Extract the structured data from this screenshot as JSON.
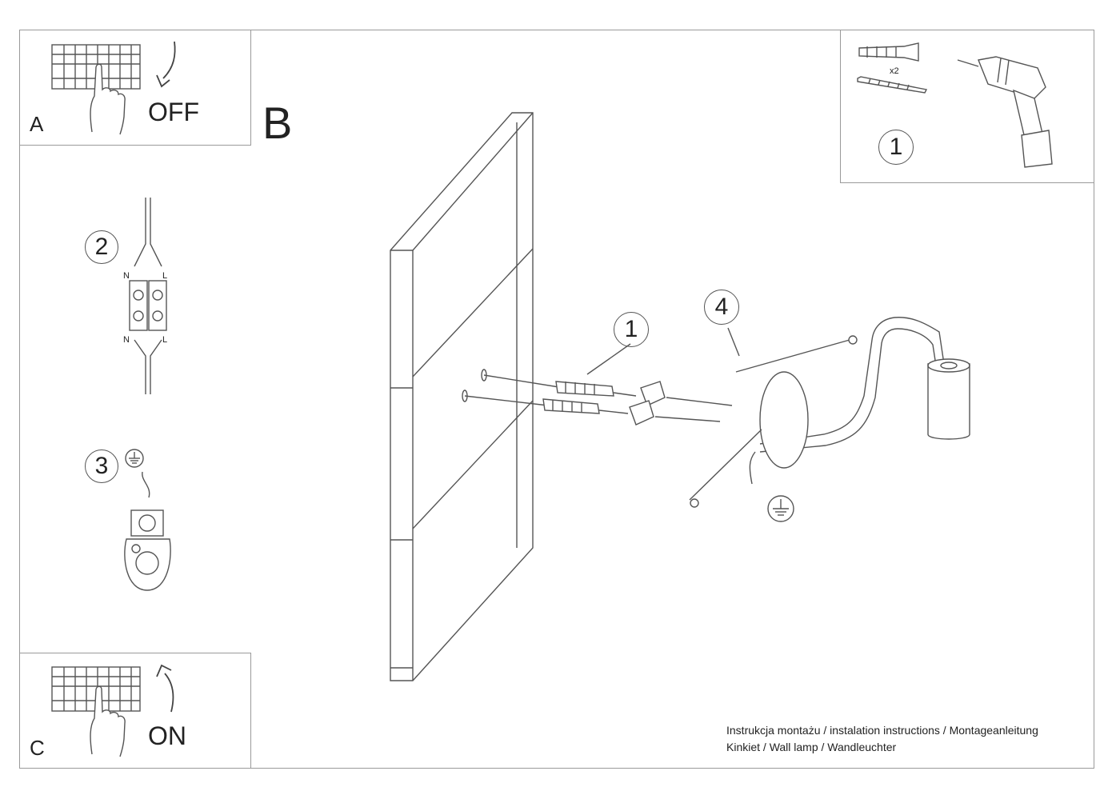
{
  "panels": {
    "A": {
      "letter": "A",
      "action": "OFF"
    },
    "B": {
      "letter": "B"
    },
    "C": {
      "letter": "C",
      "action": "ON"
    }
  },
  "steps": {
    "tools_number": "1",
    "multiplier": "x2",
    "wire_number": "2",
    "earth_number": "3",
    "bracket_number": "1",
    "lamp_number": "4"
  },
  "terminal_labels": {
    "neutral": "N",
    "live": "L"
  },
  "captions": {
    "line1": "Instrukcja montażu / instalation instructions / Montageanleitung",
    "line2": "Kinkiet / Wall lamp / Wandleuchter"
  }
}
